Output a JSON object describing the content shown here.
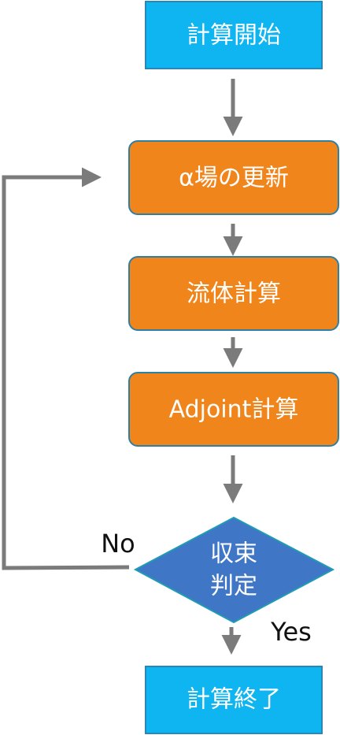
{
  "colors": {
    "terminal_fill": "#0fb5f0",
    "terminal_stroke": "#2a86b5",
    "process_fill": "#f0851c",
    "process_stroke": "#2f7ea3",
    "decision_fill": "#3f76c6",
    "decision_stroke": "#1f9bb5",
    "arrow": "#7b7b7b",
    "text_light": "#ffffff",
    "text_dark": "#111111"
  },
  "nodes": {
    "start": {
      "label": "計算開始"
    },
    "alpha_update": {
      "label": "α場の更新"
    },
    "flow_calc": {
      "label": "流体計算"
    },
    "adjoint_calc": {
      "label": "Adjoint計算"
    },
    "convergence": {
      "line1": "収束",
      "line2": "判定"
    },
    "end": {
      "label": "計算終了"
    }
  },
  "edges": {
    "no_label": "No",
    "yes_label": "Yes"
  }
}
